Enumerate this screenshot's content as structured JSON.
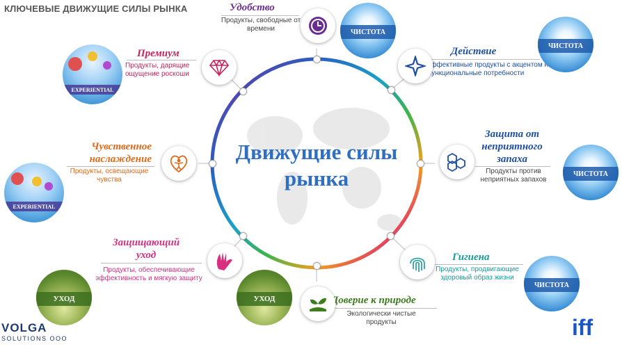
{
  "page_title": "КЛЮЧЕВЫЕ ДВИЖУЩИЕ СИЛЫ РЫНКА",
  "center": {
    "line1": "Движущие силы",
    "line2": "рынка"
  },
  "categories": {
    "convenience": {
      "title": "Удобство",
      "desc": "Продукты, свободные от времени",
      "color": "#6a2c91",
      "icon": "clock-icon"
    },
    "action": {
      "title": "Действие",
      "desc": "Эффективные продукты с акцентом на функциональные потребности",
      "color": "#1f4fa3",
      "icon": "sparkle-icon"
    },
    "odor": {
      "title_l1": "Защита от",
      "title_l2": "неприятного",
      "title_l3": "запаха",
      "desc": "Продукты против неприятных запахов",
      "color": "#1f4fa3",
      "icon": "molecule-icon"
    },
    "hygiene": {
      "title": "Гигиена",
      "desc": "Продукты, продвигающие здоровый образ жизни",
      "color": "#1a9a9a",
      "icon": "fingerprint-icon"
    },
    "nature": {
      "title": "Доверие к природе",
      "desc": "Экологически чистые продукты",
      "color": "#3e7d1e",
      "icon": "sprout-icon"
    },
    "protective": {
      "title_l1": "Защищающий",
      "title_l2": "уход",
      "desc": "Продукты, обеспечивающие эффективность и мягкую защиту",
      "color": "#d6307f",
      "icon": "hands-icon"
    },
    "sensory": {
      "title_l1": "Чувственное",
      "title_l2": "наслаждение",
      "desc": "Продукты, освещающие чувства",
      "color": "#e06a1b",
      "icon": "heart-person-icon"
    },
    "premium": {
      "title": "Премиум",
      "desc": "Продукты, дарящие ощущение роскоши",
      "color": "#c7225b",
      "icon": "diamond-icon"
    }
  },
  "badges": {
    "purity": "ЧИСТОТА",
    "care": "УХОД",
    "experiential": "EXPERIENTIAL"
  },
  "logos": {
    "volga_l1": "VOLGA",
    "volga_l2": "SOLUTIONS ООО",
    "iff": "iff"
  }
}
